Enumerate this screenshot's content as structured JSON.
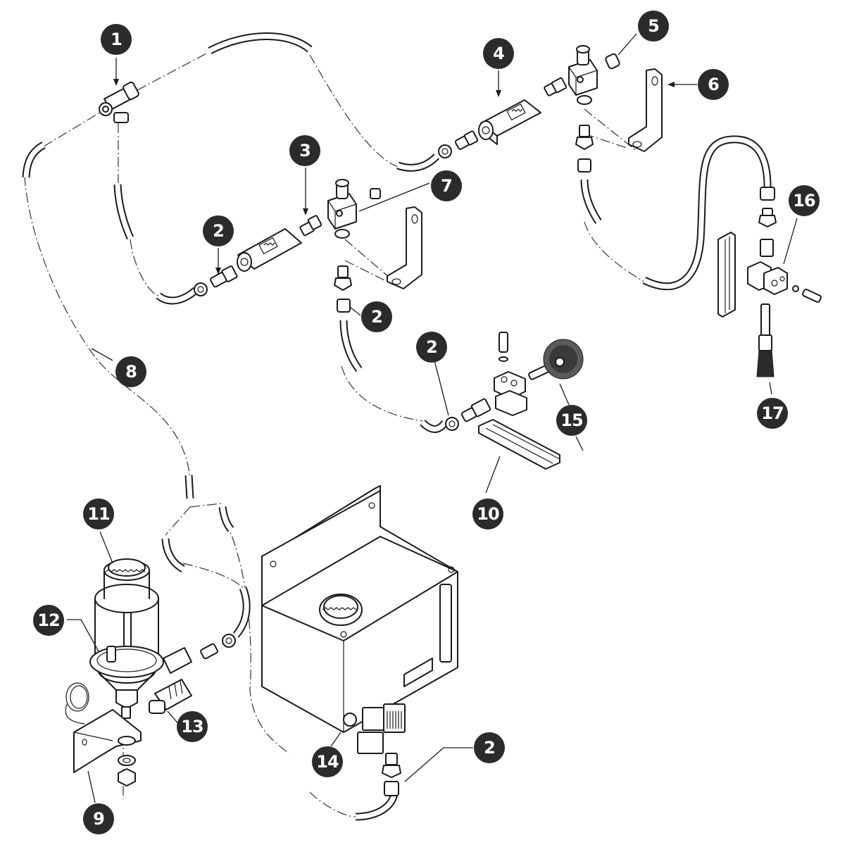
{
  "title": "Lubrication system exploded parts diagram",
  "accent_color": "#2b2b2b",
  "callouts": [
    {
      "id": "callout-1",
      "label": "1",
      "part": "tee-connector"
    },
    {
      "id": "callout-2a",
      "label": "2",
      "part": "hose-fitting"
    },
    {
      "id": "callout-2b",
      "label": "2",
      "part": "hose-fitting"
    },
    {
      "id": "callout-2c",
      "label": "2",
      "part": "hose-fitting"
    },
    {
      "id": "callout-2d",
      "label": "2",
      "part": "hose-fitting"
    },
    {
      "id": "callout-3",
      "label": "3",
      "part": "threaded-adapter"
    },
    {
      "id": "callout-4",
      "label": "4",
      "part": "check-valve"
    },
    {
      "id": "callout-5",
      "label": "5",
      "part": "plug-screw"
    },
    {
      "id": "callout-6",
      "label": "6",
      "part": "angle-bracket"
    },
    {
      "id": "callout-7",
      "label": "7",
      "part": "distributor-block"
    },
    {
      "id": "callout-8",
      "label": "8",
      "part": "hose-line"
    },
    {
      "id": "callout-9",
      "label": "9",
      "part": "mounting-bracket"
    },
    {
      "id": "callout-10",
      "label": "10",
      "part": "mounting-rail"
    },
    {
      "id": "callout-11",
      "label": "11",
      "part": "oil-reservoir-cap"
    },
    {
      "id": "callout-12",
      "label": "12",
      "part": "float-switch"
    },
    {
      "id": "callout-13",
      "label": "13",
      "part": "solenoid-valve"
    },
    {
      "id": "callout-14",
      "label": "14",
      "part": "oil-tank"
    },
    {
      "id": "callout-15",
      "label": "15",
      "part": "round-brush"
    },
    {
      "id": "callout-16",
      "label": "16",
      "part": "clamp-holder"
    },
    {
      "id": "callout-17",
      "label": "17",
      "part": "brush-nozzle"
    }
  ]
}
